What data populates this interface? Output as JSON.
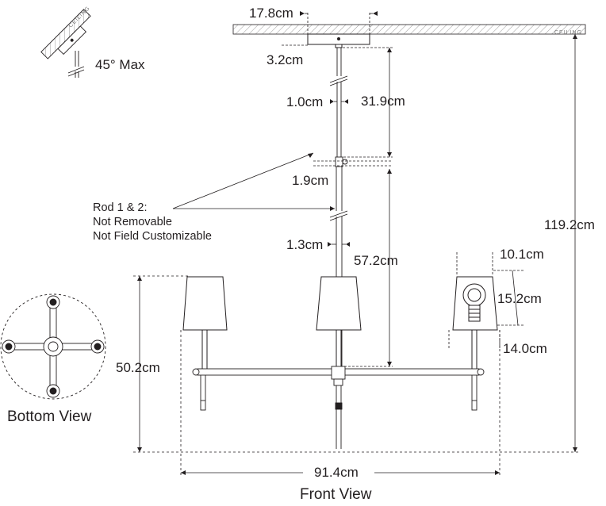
{
  "ceiling_label": "CEILING",
  "angle_label": "45° Max",
  "dimensions": {
    "canopy_width": "17.8cm",
    "canopy_height": "3.2cm",
    "rod1_diameter": "1.0cm",
    "rod1_length": "31.9cm",
    "coupler_height": "1.9cm",
    "rod2_diameter": "1.3cm",
    "rod2_length": "57.2cm",
    "shade_top": "10.1cm",
    "shade_height": "15.2cm",
    "shade_bottom": "14.0cm",
    "fixture_height": "50.2cm",
    "overall_height": "119.2cm",
    "overall_width": "91.4cm"
  },
  "rod_note": [
    "Rod 1 & 2:",
    "Not Removable",
    "Not Field Customizable"
  ],
  "views": {
    "bottom": "Bottom View",
    "front": "Front View"
  },
  "colors": {
    "line": "#231f20",
    "shade_fill": "#ffffff",
    "hatch": "#9a9a9a"
  }
}
